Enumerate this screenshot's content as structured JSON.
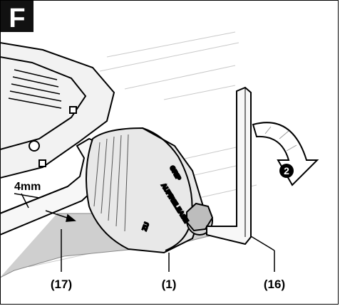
{
  "figure": {
    "letter": "F",
    "dimension_label": "4mm",
    "step_number": "2",
    "chuck_text": {
      "release": "AUF/RELEASE",
      "grip": "GRIP",
      "zu": "ZU"
    },
    "callouts": [
      {
        "id": "wrench",
        "text": "(17)"
      },
      {
        "id": "chuck",
        "text": "(1)"
      },
      {
        "id": "hex-key",
        "text": "(16)"
      }
    ]
  },
  "colors": {
    "line": "#000000",
    "badge_bg": "#111111",
    "badge_text": "#ffffff",
    "body_fill": "#f2f2f2",
    "shade": "#bdbdbd"
  }
}
